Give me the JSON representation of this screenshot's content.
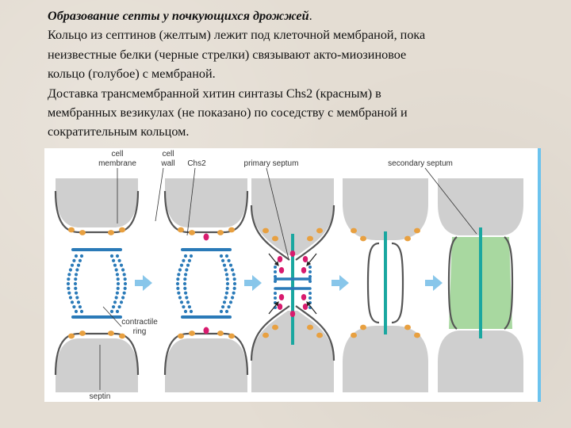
{
  "caption": {
    "title": "Образование септы у почкующихся дрожжей",
    "title_end": ".",
    "lines": [
      "Кольцо из септинов (желтым) лежит под клеточной мембраной, пока",
      "неизвестные белки (черные стрелки) связывают акто-миозиновое",
      "кольцо (голубое) с мембраной.",
      "Доставка трансмембранной хитин синтазы Chs2 (красным) в",
      "мембранных везикулах (не показано) по соседству с мембраной и",
      "сократительным кольцом."
    ]
  },
  "labels": {
    "cell_membrane": [
      "cell",
      "membrane"
    ],
    "cell_wall": [
      "cell",
      "wall"
    ],
    "chs2": "Chs2",
    "primary_septum": "primary septum",
    "secondary_septum": "secondary septum",
    "contractile_ring": [
      "contractile",
      "ring"
    ],
    "septin": "septin"
  },
  "colors": {
    "septin": "#e8a040",
    "ring": "#2a7ab8",
    "chs2": "#d81b6e",
    "primary_septum": "#1aa7a0",
    "secondary_septum": "#a8d8a0",
    "wall": "#cfcfcf",
    "membrane": "#555555",
    "arrow": "#88c6ea",
    "border": "#6cc3ee"
  }
}
